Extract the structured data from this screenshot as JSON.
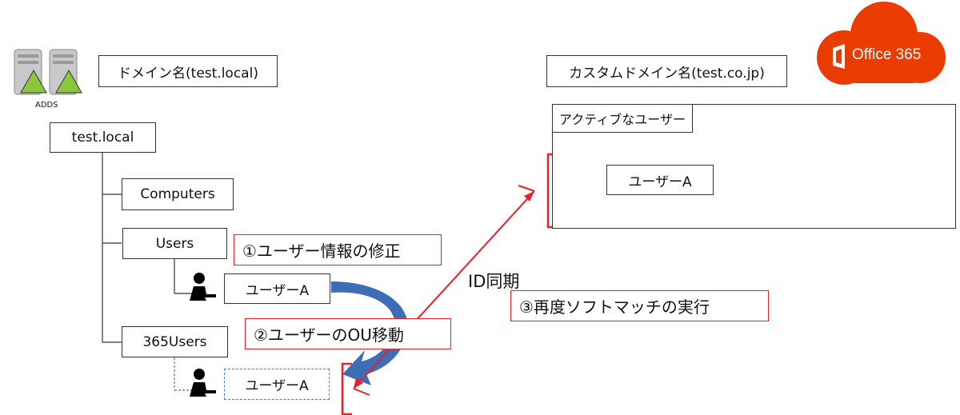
{
  "server": {
    "label": "ADDS"
  },
  "left": {
    "domain_label": "ドメイン名(test.local)",
    "root": "test.local",
    "computers": "Computers",
    "users": "Users",
    "users365": "365Users",
    "user_a_users": "ユーザーA",
    "user_a_365": "ユーザーA"
  },
  "right": {
    "domain_label": "カスタムドメイン名(test.co.jp)",
    "active_users_title": "アクティブなユーザー",
    "user_a": "ユーザーA"
  },
  "steps": {
    "step1": "①ユーザー情報の修正",
    "step2": "②ユーザーのOU移動",
    "step3": "③再度ソフトマッチの実行",
    "sync": "ID同期"
  },
  "logo": {
    "text": "Office 365"
  },
  "colors": {
    "red": "#e8202a",
    "office_orange": "#eb3c00",
    "blue_arrow": "#3d6eb5"
  }
}
